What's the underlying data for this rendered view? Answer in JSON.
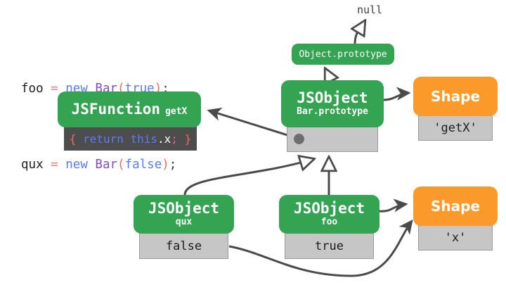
{
  "code": {
    "lines": [
      {
        "var": "foo",
        "op": "=",
        "kw": "new",
        "cls": "Bar",
        "open": "(",
        "arg": "true",
        "close": ")",
        "semi": ";"
      },
      {
        "var": "qux",
        "op": "=",
        "kw": "new",
        "cls": "Bar",
        "open": "(",
        "arg": "false",
        "close": ")",
        "semi": ";"
      }
    ]
  },
  "labels": {
    "null": "null"
  },
  "nodes": {
    "object_prototype": {
      "label": "Object.prototype"
    },
    "jsfunction_getx": {
      "title": "JSFunction",
      "subtitle": "getX",
      "code": {
        "open_brace": "{",
        "kw_return": "return",
        "kw_this": "this",
        "dot": ".",
        "prop": "x",
        "semi": ";",
        "close_brace": "}"
      }
    },
    "bar_prototype": {
      "title": "JSObject",
      "subtitle": "Bar.prototype",
      "slot": ""
    },
    "shape_getx": {
      "title": "Shape",
      "value": "'getX'"
    },
    "shape_x": {
      "title": "Shape",
      "value": "'x'"
    },
    "jsobject_qux": {
      "title": "JSObject",
      "subtitle": "qux",
      "value": "false"
    },
    "jsobject_foo": {
      "title": "JSObject",
      "subtitle": "foo",
      "value": "true"
    }
  },
  "colors": {
    "green": "#34a453",
    "orange": "#fb9a2b",
    "gray_body": "#c6c6c6",
    "dark_body": "#4d4d4d",
    "edge": "#4a4a4a",
    "white": "#ffffff"
  }
}
